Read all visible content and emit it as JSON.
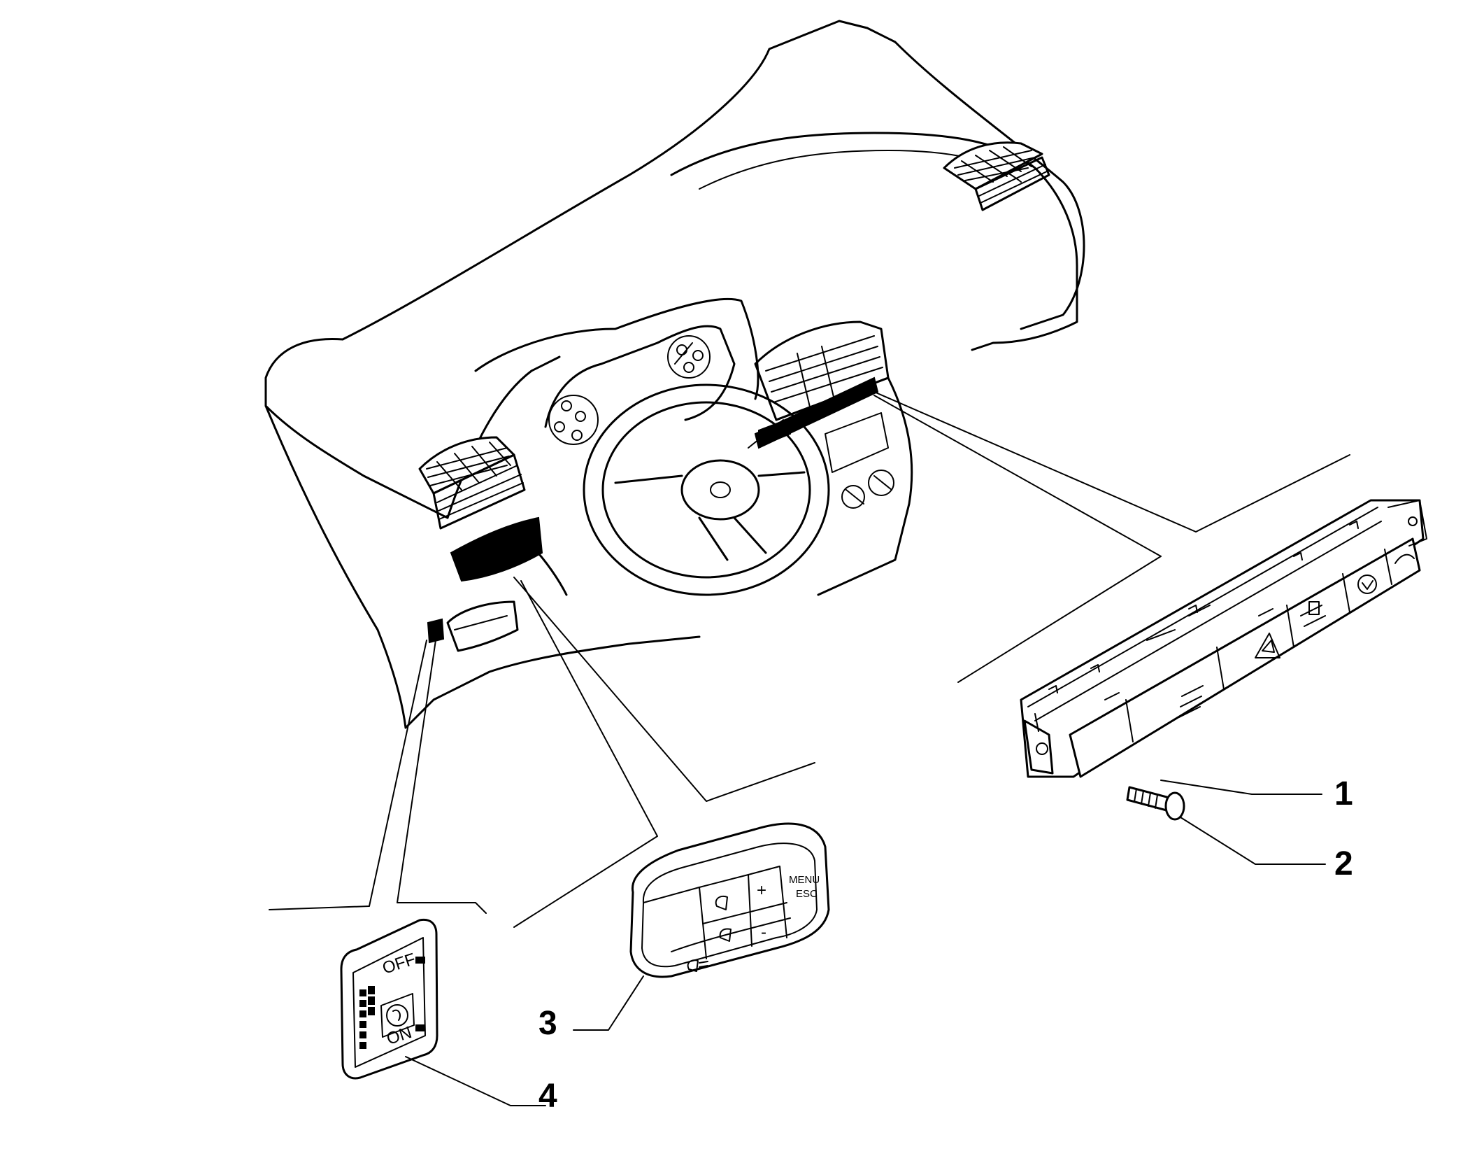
{
  "callouts": {
    "part_1": "1",
    "part_2": "2",
    "part_3": "3",
    "part_4": "4"
  },
  "steering_pad": {
    "plus_label": "+",
    "minus_label": "-",
    "menu_label": "MENU",
    "esc_label": "ESC"
  },
  "level_switch": {
    "off_label": "OFF",
    "on_label": "ON"
  },
  "colors": {
    "line": "#000000",
    "background": "#ffffff"
  }
}
